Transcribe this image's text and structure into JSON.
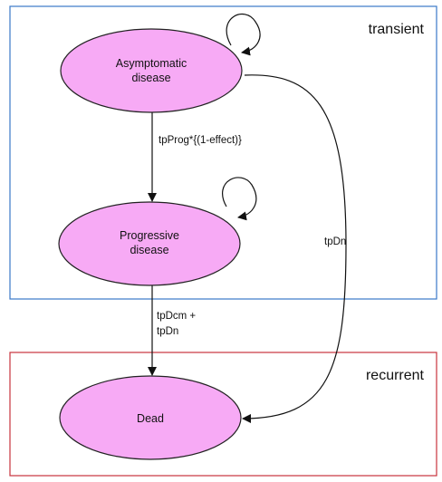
{
  "regions": {
    "transient": {
      "label": "transient",
      "color": "#3a78c8"
    },
    "recurrent": {
      "label": "recurrent",
      "color": "#c8323c"
    }
  },
  "states": {
    "asymptomatic": {
      "line1": "Asymptomatic",
      "line2": "disease"
    },
    "progressive": {
      "line1": "Progressive",
      "line2": "disease"
    },
    "dead": {
      "label": "Dead"
    }
  },
  "transitions": {
    "asym_to_prog": "tpProg*{(1-effect)}",
    "prog_to_dead_line1": "tpDcm +",
    "prog_to_dead_line2": "tpDn",
    "asym_to_dead": "tpDn"
  },
  "colors": {
    "node_fill": "#f7aaf5",
    "node_stroke": "#222222",
    "edge": "#111111"
  }
}
